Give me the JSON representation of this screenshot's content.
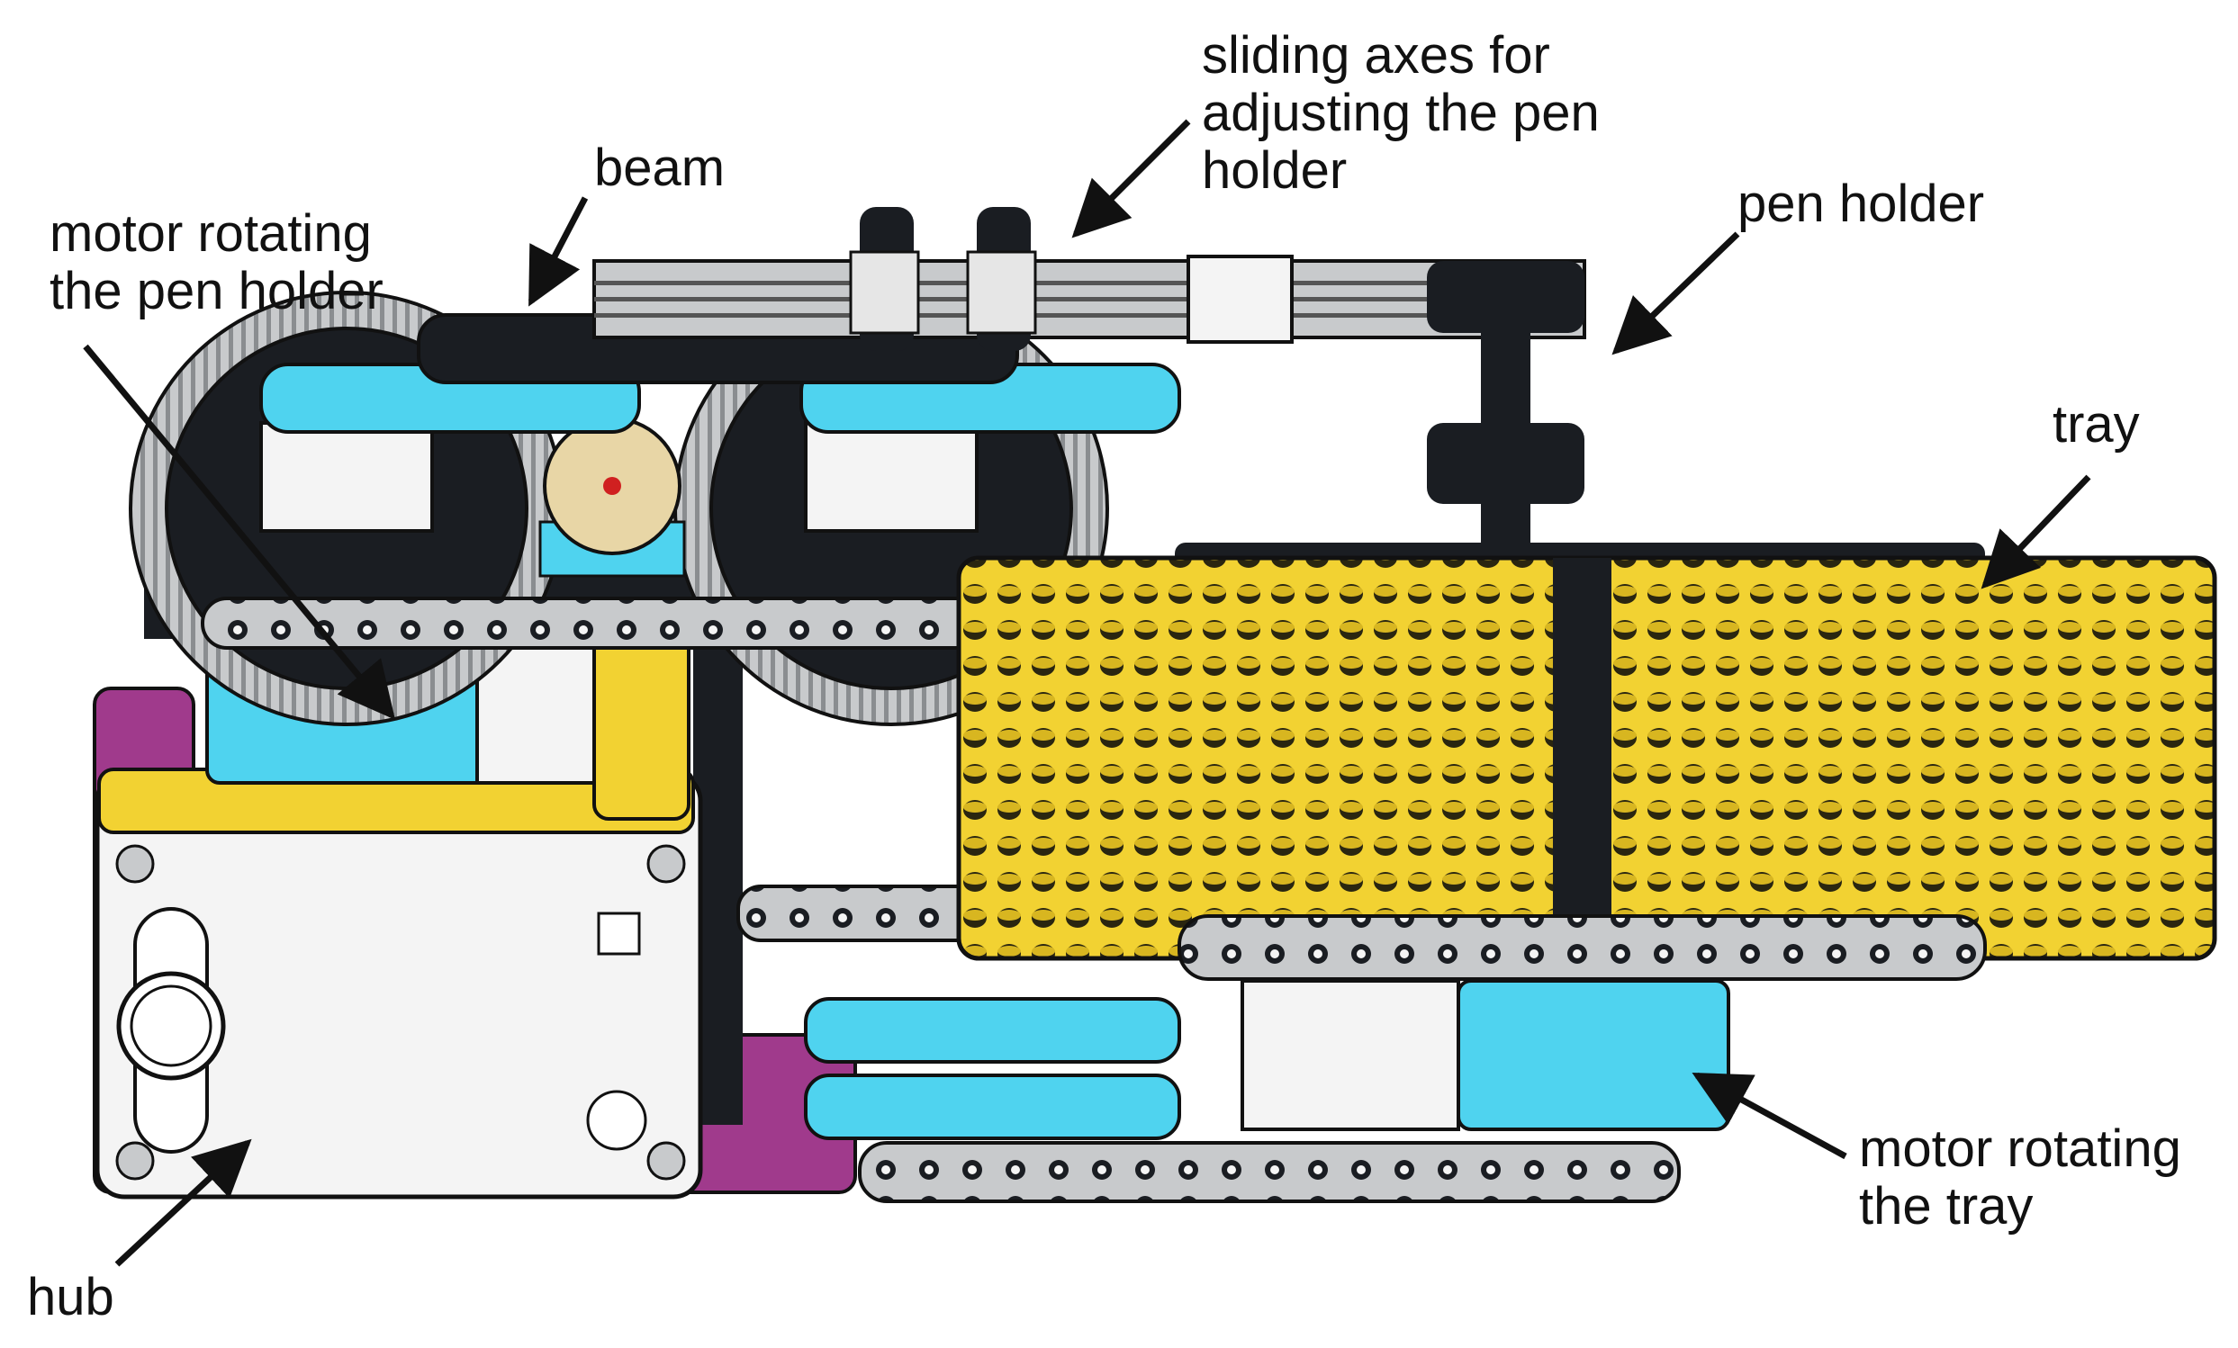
{
  "labels": {
    "beam": "beam",
    "sliding_axes": [
      "sliding axes for",
      "adjusting the pen",
      "holder"
    ],
    "motor_pen": [
      "motor rotating",
      "the pen holder"
    ],
    "pen_holder": "pen holder",
    "tray": "tray",
    "motor_tray": [
      "motor rotating",
      "the tray"
    ],
    "hub": "hub"
  },
  "colors": {
    "black": "#1a1d22",
    "gray": "#c8cacc",
    "white": "#f4f4f4",
    "cyan": "#4fd3ef",
    "yellow": "#f2d232",
    "magenta": "#a03a8c",
    "tan": "#e8d6a6",
    "outline": "#111111"
  }
}
